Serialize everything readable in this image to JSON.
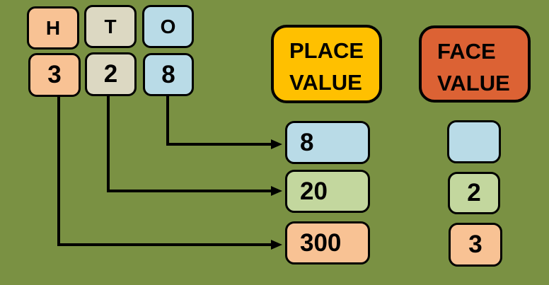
{
  "colors": {
    "background": "#7A9143",
    "peach": "#F8C294",
    "tan": "#DCD8C2",
    "blue": "#B9DBE7",
    "green": "#C3D79E",
    "gold": "#FFC000",
    "orange_red": "#DC6234",
    "line": "#000000"
  },
  "digit_grid": {
    "columns": [
      {
        "place_label": "H",
        "digit": "3"
      },
      {
        "place_label": "T",
        "digit": "2"
      },
      {
        "place_label": "O",
        "digit": "8"
      }
    ]
  },
  "headers": {
    "place_value": {
      "label": "PLACE VALUE"
    },
    "face_value": {
      "label": "FACE VALUE"
    }
  },
  "place_value_rows": [
    {
      "value": "8"
    },
    {
      "value": "20"
    },
    {
      "value": "300"
    }
  ],
  "face_value_rows": [
    {
      "value": ""
    },
    {
      "value": "2"
    },
    {
      "value": "3"
    }
  ],
  "connections": [
    {
      "from_digit": "8",
      "to_value": "8"
    },
    {
      "from_digit": "2",
      "to_value": "20"
    },
    {
      "from_digit": "3",
      "to_value": "300"
    }
  ]
}
